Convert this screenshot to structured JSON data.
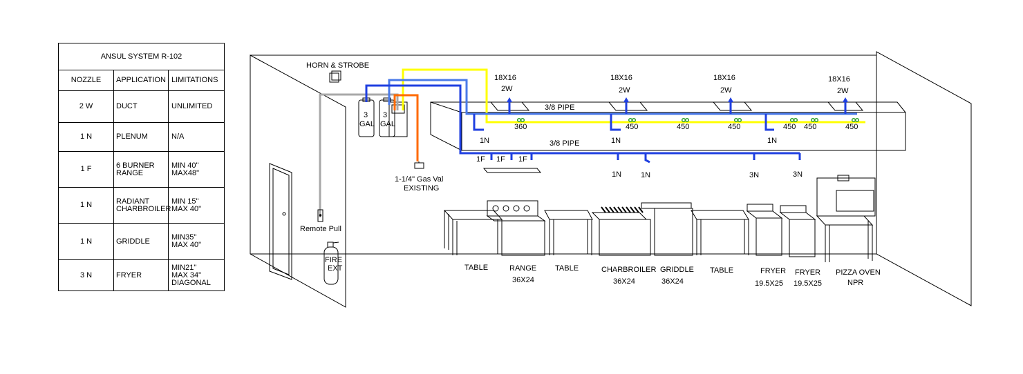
{
  "legend": {
    "title": "ANSUL  SYSTEM R-102",
    "headers": [
      "NOZZLE",
      "APPLICATION",
      "LIMITATIONS"
    ],
    "rows": [
      [
        "2 W",
        "DUCT",
        "UNLIMITED"
      ],
      [
        "1 N",
        "PLENUM",
        "N/A"
      ],
      [
        "1 F",
        "6 BURNER\nRANGE",
        "MIN 40\"\nMAX48\""
      ],
      [
        "1 N",
        "RADIANT\nCHARBROILER",
        "MIN 15\"\nMAX 40\""
      ],
      [
        "1 N",
        "GRIDDLE",
        "MIN35\"\nMAX 40\""
      ],
      [
        "3 N",
        "FRYER",
        "MIN21\"\nMAX 34\"\nDIAGONAL"
      ]
    ]
  },
  "diagram": {
    "horn_strobe": "HORN & STROBE",
    "tank1_l1": "3",
    "tank1_l2": "GAL",
    "tank2_l1": "3",
    "tank2_l2": "GAL",
    "gas_valve_l1": "1-1/4\" Gas Val",
    "gas_valve_l2": "EXISTING",
    "remote_pull": "Remote Pull",
    "fire_ext_l1": "FIRE",
    "fire_ext_l2": "EXT",
    "duct_size": "18X16",
    "duct_nozzle": "2W",
    "pipe_upper": "3/8 PIPE",
    "pipe_lower": "3/8 PIPE",
    "flow_numbers": [
      "360",
      "450",
      "450",
      "450",
      "450",
      "450",
      "450"
    ],
    "plenum_nozzle": "1N",
    "range_nozzle": "1F",
    "nozzle_1n": "1N",
    "nozzle_3n": "3N",
    "equipment": {
      "table": "TABLE",
      "range": "RANGE",
      "range_size": "36X24",
      "charbroiler": "CHARBROILER",
      "charbroiler_size": "36X24",
      "griddle": "GRIDDLE",
      "griddle_size": "36X24",
      "fryer": "FRYER",
      "fryer_size": "19.5X25",
      "pizza_oven": "PIZZA OVEN",
      "pizza_oven_note": "NPR"
    }
  },
  "colors": {
    "blue_pipe": "#1f3fe0",
    "light_blue_pipe": "#4a7ae8",
    "yellow_pipe": "#ffff00",
    "gray_pipe": "#a8a8a8",
    "orange_pipe": "#ff6a00",
    "nozzle_green": "#2aa02a"
  }
}
